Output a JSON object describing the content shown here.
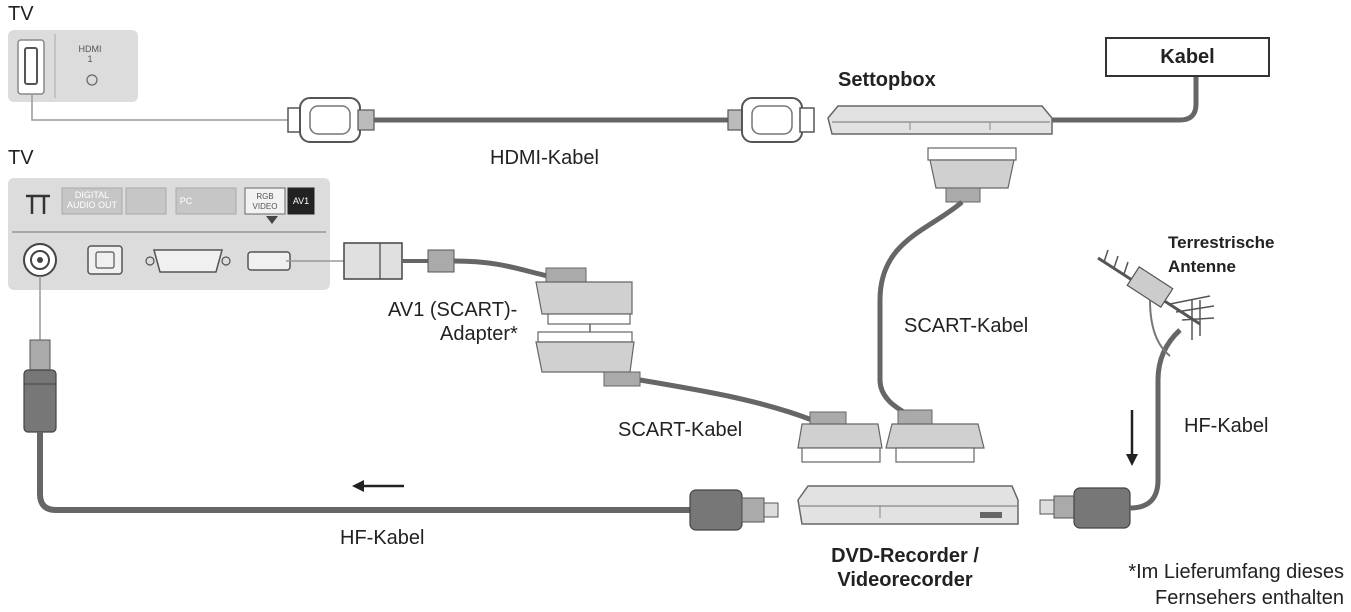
{
  "labels": {
    "tv_top": "TV",
    "tv_bottom": "TV",
    "hdmi_port": "HDMI\n1",
    "hdmi_cable": "HDMI-Kabel",
    "settopbox": "Settopbox",
    "kabel": "Kabel",
    "scart_cable_upper": "SCART-Kabel",
    "scart_cable_lower": "SCART-Kabel",
    "av1_adapter_line1": "AV1 (SCART)-",
    "av1_adapter_line2": "Adapter*",
    "terrestrial_line1": "Terrestrische",
    "terrestrial_line2": "Antenne",
    "hf_cable_right": "HF-Kabel",
    "hf_cable_bottom": "HF-Kabel",
    "recorder_line1": "DVD-Recorder /",
    "recorder_line2": "Videorecorder",
    "footnote_line1": "*Im Lieferumfang dieses",
    "footnote_line2": "Fernsehers enthalten",
    "port_digital_audio": "DIGITAL AUDIO OUT",
    "port_pc": "PC",
    "port_av1": "AV1",
    "port_rgb_video": "RGB VIDEO"
  }
}
